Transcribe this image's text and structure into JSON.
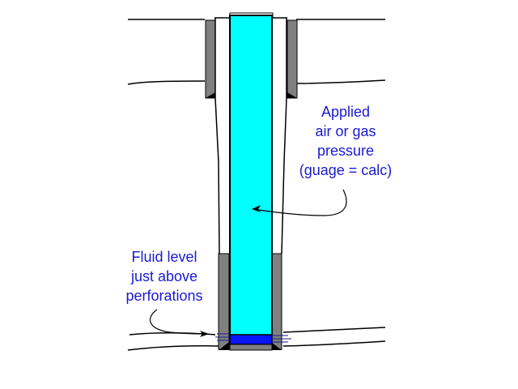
{
  "diagram": {
    "title": "Wellbore fluid level with applied gas pressure",
    "colors": {
      "tubing_fluid": "#00ffff",
      "fluid_column_bottom": "#0a14ff",
      "casing": "#808080",
      "cement_shadow": "#000000",
      "label_text": "#1a1ad0",
      "lines": "#000000"
    },
    "labels": {
      "applied_pressure": {
        "lines": [
          "Applied",
          "air or gas",
          "pressure",
          "(guage = calc)"
        ]
      },
      "fluid_level": {
        "lines": [
          "Fluid level",
          "just above",
          "perforations"
        ]
      }
    },
    "components": [
      {
        "name": "surface-casing",
        "description": "Upper casing string (gray)"
      },
      {
        "name": "production-casing",
        "description": "Lower casing string (gray)"
      },
      {
        "name": "tubing",
        "description": "Central tubing filled with fluid (cyan)"
      },
      {
        "name": "fluid-level",
        "description": "Fluid column at bottom of tubing (blue)"
      },
      {
        "name": "perforations",
        "description": "Perforation lines through casing at bottom"
      },
      {
        "name": "formation-layers",
        "description": "Curved formation boundary lines"
      }
    ]
  }
}
